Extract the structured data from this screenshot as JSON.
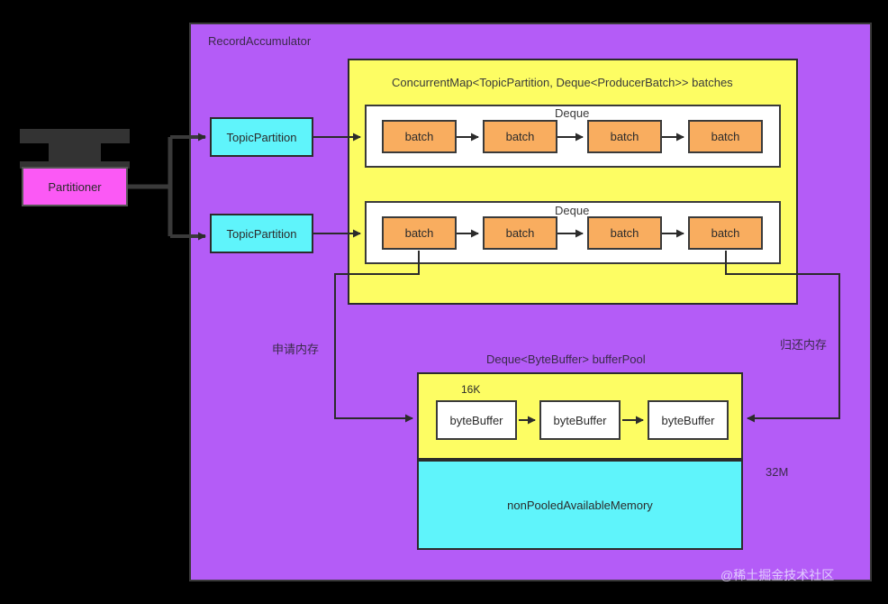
{
  "diagram": {
    "background_color": "#000000",
    "watermark": "@稀土掘金技术社区"
  },
  "partitioner": {
    "label": "Partitioner",
    "color": "#fb59f5"
  },
  "record_accumulator": {
    "label": "RecordAccumulator",
    "color": "#b45cf7",
    "topic_partitions": [
      {
        "label": "TopicPartition"
      },
      {
        "label": "TopicPartition"
      }
    ],
    "batches": {
      "title": "ConcurrentMap<TopicPartition, Deque<ProducerBatch>> batches",
      "color": "#fdfd63",
      "deques": [
        {
          "label": "Deque",
          "items": [
            {
              "label": "batch"
            },
            {
              "label": "batch"
            },
            {
              "label": "batch"
            },
            {
              "label": "batch"
            }
          ]
        },
        {
          "label": "Deque",
          "items": [
            {
              "label": "batch"
            },
            {
              "label": "batch"
            },
            {
              "label": "batch"
            },
            {
              "label": "batch"
            }
          ]
        }
      ],
      "item_color": "#f9ad5f"
    },
    "buffer_pool": {
      "title": "Deque<ByteBuffer> bufferPool",
      "size_label": "16K",
      "color": "#fdfd63",
      "items": [
        {
          "label": "byteBuffer"
        },
        {
          "label": "byteBuffer"
        },
        {
          "label": "byteBuffer"
        }
      ]
    },
    "non_pooled_memory": {
      "label": "nonPooledAvailableMemory",
      "color": "#5ff4fb"
    },
    "memory_total_label": "32M",
    "annotations": {
      "allocate": "申请内存",
      "release": "归还内存"
    }
  }
}
